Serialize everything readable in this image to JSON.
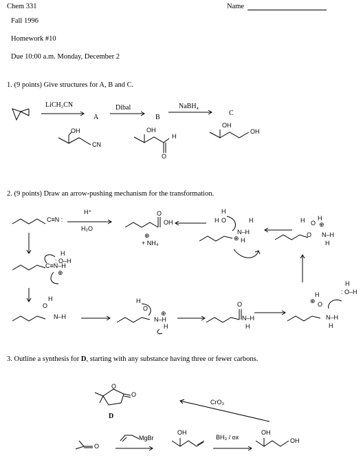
{
  "header": {
    "course": "Chem 331",
    "name_label": "Name",
    "term": "Fall  1996",
    "homework": "Homework #10",
    "due": "Due 10:00 a.m. Monday,  December 2"
  },
  "q1": {
    "prompt": "1.  (9 points) Give structures for A, B and C.",
    "reagent1": "LiCH₂CN",
    "label_a": "A",
    "reagent2": "Dibal",
    "label_b": "B",
    "reagent3": "NaBH₄",
    "label_c": "C",
    "oh": "OH",
    "cn": "CN",
    "h": "H",
    "o": "O"
  },
  "q2": {
    "prompt": "2.  (9 points)  Draw an arrow-pushing mechanism for the transformation.",
    "nitrile": "C≡N :",
    "hplus": "H⁺",
    "water": "H₂O",
    "product_oh": "OH",
    "ammonium": "+ NH₄",
    "plus": "⊕",
    "water_attack": ": O–H",
    "h": "H",
    "nitrilium": "C≡N–H",
    "imidic_nh": "N–H",
    "o": "O",
    "amide_nh": "N–H",
    "h2n_h": "N–H"
  },
  "q3": {
    "prompt_pre": "3.  Outline a synthesis for ",
    "prompt_bold": "D",
    "prompt_post": ", starting with any substance having three or fewer carbons.",
    "label_d": "D",
    "o": "O",
    "cro3": "CrO₃",
    "grignard": "MgBr",
    "oh": "OH",
    "hydroboration": "BH₃ / ox"
  }
}
